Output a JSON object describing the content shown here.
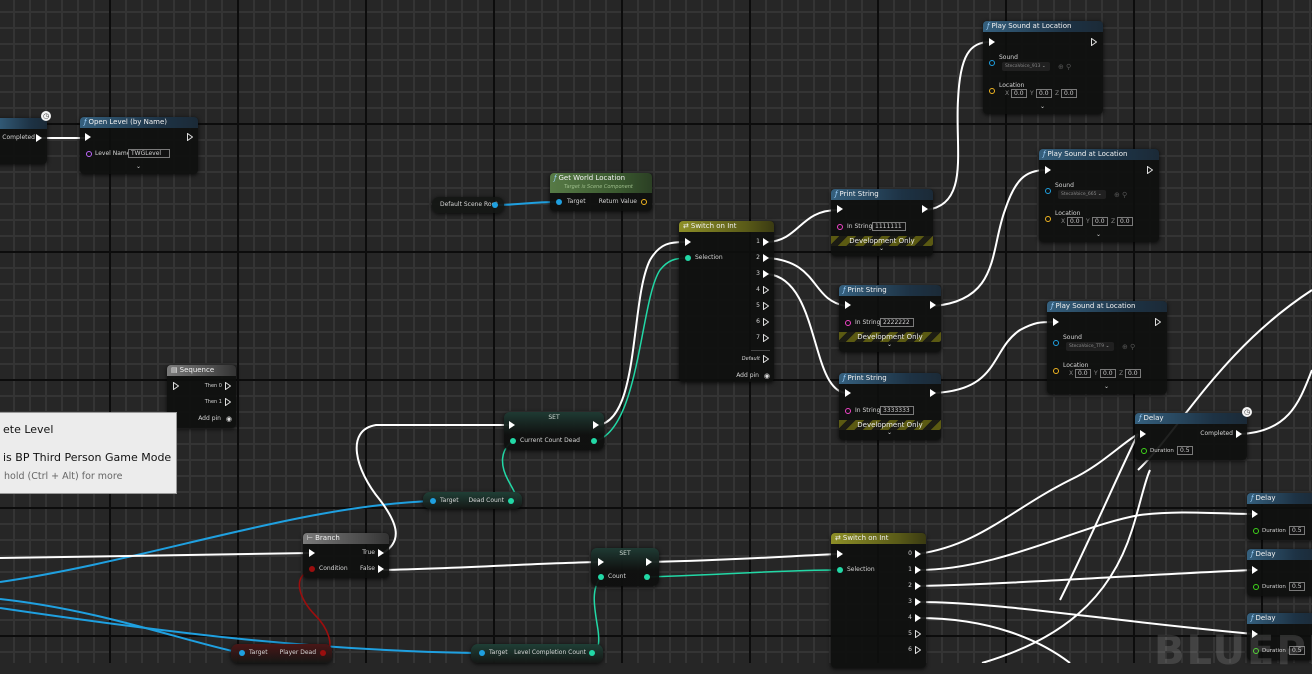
{
  "canvas": {
    "watermark": "BLUEPRINT",
    "colors": {
      "exec_wire": "#ffffff",
      "object_wire": "#1fa0e0",
      "int_wire": "#22d8a6",
      "bool_wire": "#9b0e0e",
      "function_header": "#35607e",
      "switch_header": "#8d8f27",
      "pure_header": "#577a46"
    }
  },
  "timer_node": {
    "output_label": "Completed",
    "icon": "clock-icon"
  },
  "open_level": {
    "title": "Open Level (by Name)",
    "icon": "function-icon",
    "level_name_label": "Level Name",
    "level_name_value": "TWGLevel",
    "expand_icon": "chevron-down-icon"
  },
  "default_scene_root": {
    "label": "Default Scene Root"
  },
  "get_world_location": {
    "title": "Get World Location",
    "subtitle": "Target is Scene Component",
    "target_label": "Target",
    "return_label": "Return Value"
  },
  "switch_top": {
    "title": "Switch on Int",
    "selection_label": "Selection",
    "outputs": [
      "1",
      "2",
      "3",
      "4",
      "5",
      "6",
      "7"
    ],
    "default_label": "Default",
    "add_pin_label": "Add pin"
  },
  "print_strings": [
    {
      "title": "Print String",
      "in_string_label": "In String",
      "value": "1111111",
      "dev_label": "Development Only"
    },
    {
      "title": "Print String",
      "in_string_label": "In String",
      "value": "2222222",
      "dev_label": "Development Only"
    },
    {
      "title": "Print String",
      "in_string_label": "In String",
      "value": "3333333",
      "dev_label": "Development Only"
    }
  ],
  "play_sounds": [
    {
      "title": "Play Sound at Location",
      "sound_label": "Sound",
      "sound_value": "StecaVoice_913",
      "location_label": "Location",
      "x": "0.0",
      "y": "0.0",
      "z": "0.0"
    },
    {
      "title": "Play Sound at Location",
      "sound_label": "Sound",
      "sound_value": "StecaVoice_665",
      "location_label": "Location",
      "x": "0.0",
      "y": "0.0",
      "z": "0.0"
    },
    {
      "title": "Play Sound at Location",
      "sound_label": "Sound",
      "sound_value": "StecaVoice_TT9",
      "location_label": "Location",
      "x": "0.0",
      "y": "0.0",
      "z": "0.0"
    }
  ],
  "xyz_labels": {
    "x": "X",
    "y": "Y",
    "z": "Z"
  },
  "sequence": {
    "title": "Sequence",
    "outputs": [
      "Then 0",
      "Then 1"
    ],
    "add_pin_label": "Add pin"
  },
  "tooltip": {
    "line1": "ete Level",
    "line2": "is BP Third Person Game Mode",
    "line3": "hold (Ctrl + Alt) for more"
  },
  "set_dead": {
    "title": "SET",
    "var_label": "Current Count Dead"
  },
  "dead_count_getter": {
    "target_label": "Target",
    "value_label": "Dead Count"
  },
  "branch": {
    "title": "Branch",
    "condition_label": "Condition",
    "true_label": "True",
    "false_label": "False"
  },
  "player_dead_getter": {
    "target_label": "Target",
    "value_label": "Player Dead"
  },
  "set_count": {
    "title": "SET",
    "var_label": "Count"
  },
  "level_completion_getter": {
    "target_label": "Target",
    "value_label": "Level Completion Count"
  },
  "switch_bottom": {
    "title": "Switch on Int",
    "selection_label": "Selection",
    "outputs": [
      "0",
      "1",
      "2",
      "3",
      "4",
      "5",
      "6"
    ]
  },
  "delays": [
    {
      "title": "Delay",
      "duration_label": "Duration",
      "duration_value": "0.5",
      "completed_label": "Completed"
    },
    {
      "title": "Delay",
      "duration_label": "Duration",
      "duration_value": "0.5"
    },
    {
      "title": "Delay",
      "duration_label": "Duration",
      "duration_value": "0.5"
    },
    {
      "title": "Delay",
      "duration_label": "Duration",
      "duration_value": "0.5"
    }
  ]
}
